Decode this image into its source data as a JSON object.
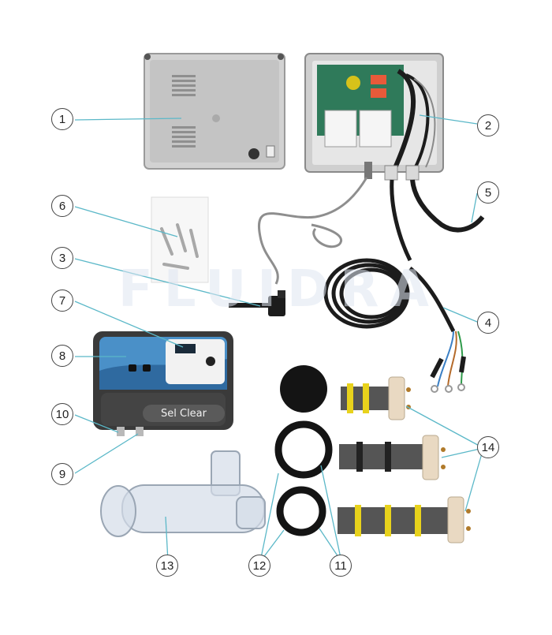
{
  "brand": {
    "device_label": "Sel Clear",
    "watermark": "FLUIDRA"
  },
  "callouts": [
    {
      "id": "1",
      "label": "1"
    },
    {
      "id": "2",
      "label": "2"
    },
    {
      "id": "3",
      "label": "3"
    },
    {
      "id": "4",
      "label": "4"
    },
    {
      "id": "5",
      "label": "5"
    },
    {
      "id": "6",
      "label": "6"
    },
    {
      "id": "7",
      "label": "7"
    },
    {
      "id": "8",
      "label": "8"
    },
    {
      "id": "9",
      "label": "9"
    },
    {
      "id": "10",
      "label": "10"
    },
    {
      "id": "11",
      "label": "11"
    },
    {
      "id": "12",
      "label": "12"
    },
    {
      "id": "13",
      "label": "13"
    },
    {
      "id": "14",
      "label": "14"
    }
  ],
  "colors": {
    "leader": "#5bb8c8",
    "enclosure": "#cfcfcf",
    "pcb": "#2f7a5a",
    "cable": "#1c1c1c",
    "controller_body": "#3a3a3a",
    "panel": "#4a90c8",
    "electrode_band": "#e8d21c",
    "flange": "#e9d9c2"
  }
}
